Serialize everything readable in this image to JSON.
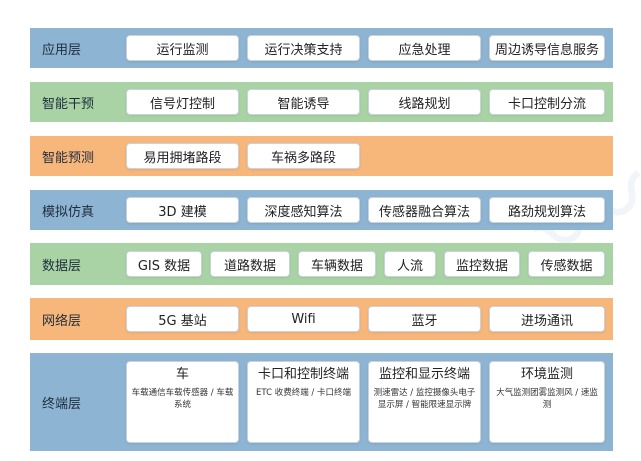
{
  "colors": {
    "blue": "#8db4d2",
    "green": "#a9d3a4",
    "orange": "#f7b67a"
  },
  "layers": {
    "app": {
      "label": "应用层",
      "items": [
        "运行监测",
        "运行决策支持",
        "应急处理",
        "周边诱导信息服务"
      ]
    },
    "smart_intervene": {
      "label": "智能干预",
      "items": [
        "信号灯控制",
        "智能诱导",
        "线路规划",
        "卡口控制分流"
      ]
    },
    "smart_predict": {
      "label": "智能预测",
      "items": [
        "易用拥堵路段",
        "车祸多路段"
      ]
    },
    "simulation": {
      "label": "模拟仿真",
      "items": [
        "3D 建模",
        "深度感知算法",
        "传感器融合算法",
        "路劲规划算法"
      ]
    },
    "data": {
      "label": "数据层",
      "items": [
        "GIS 数据",
        "道路数据",
        "车辆数据",
        "人流",
        "监控数据",
        "传感数据"
      ]
    },
    "network": {
      "label": "网络层",
      "items": [
        "5G 基站",
        "Wifi",
        "蓝牙",
        "进场通讯"
      ]
    },
    "terminal": {
      "label": "终端层",
      "items": [
        {
          "title": "车",
          "desc": "车载通信车载传感器 / 车载系统"
        },
        {
          "title": "卡口和控制终端",
          "desc": "ETC 收费终端 / 卡口终端"
        },
        {
          "title": "监控和显示终端",
          "desc": "测速雷达 / 监控摄像头电子显示屏 / 智能限速显示牌"
        },
        {
          "title": "环境监测",
          "desc": "大气监测团雾监测风 / 速监测"
        }
      ]
    }
  }
}
